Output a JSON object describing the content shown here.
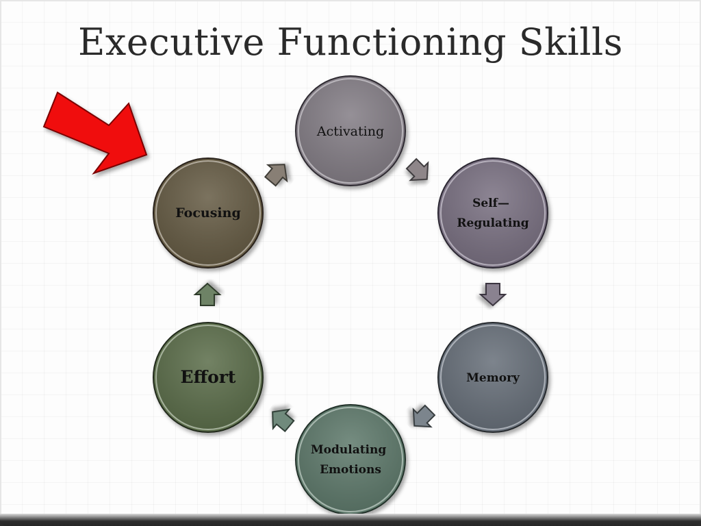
{
  "slide": {
    "title": "Executive Functioning Skills"
  },
  "diagram": {
    "nodes": [
      {
        "id": "activating",
        "lines": [
          "Activating"
        ],
        "color": "#847e86",
        "bold": false
      },
      {
        "id": "self-regulating",
        "lines": [
          "Self—",
          "Regulating"
        ],
        "color": "#7a7182",
        "bold": true
      },
      {
        "id": "memory",
        "lines": [
          "Memory"
        ],
        "color": "#68707a",
        "bold": true
      },
      {
        "id": "modulating-emotions",
        "lines": [
          "Modulating",
          "Emotions"
        ],
        "color": "#5e7a6c",
        "bold": true
      },
      {
        "id": "effort",
        "lines": [
          "Effort"
        ],
        "color": "#5b6e4c",
        "bold": true
      },
      {
        "id": "focusing",
        "lines": [
          "Focusing"
        ],
        "color": "#665b44",
        "bold": true
      }
    ],
    "pointer_arrow_color": "#f01010"
  }
}
